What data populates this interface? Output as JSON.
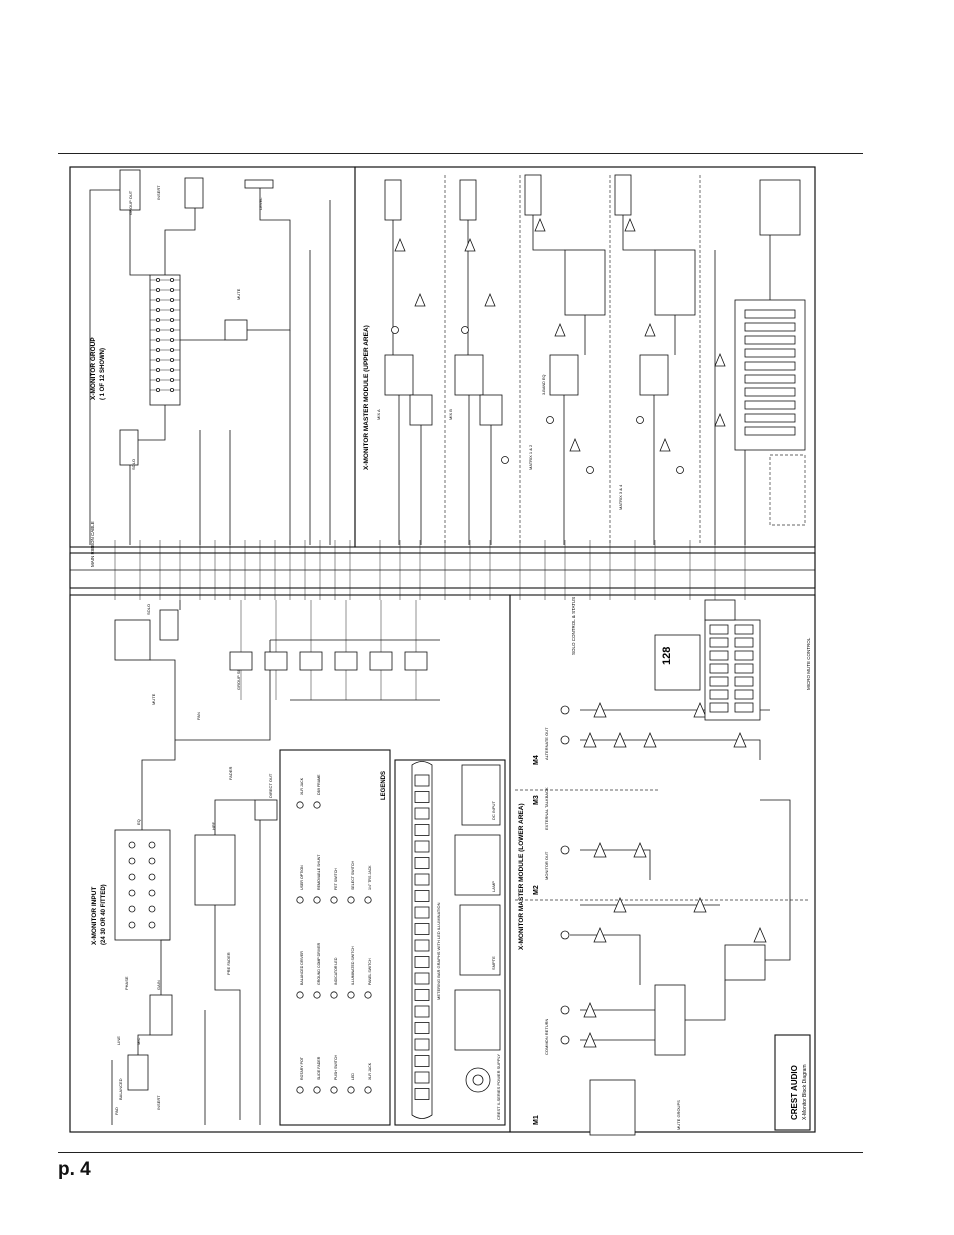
{
  "page": {
    "page_number": "p. 4"
  },
  "diagram": {
    "title": "X-Monitor Block Diagram",
    "brand": "CREST AUDIO",
    "modules": {
      "input": {
        "title": "X-MONITOR INPUT",
        "subtitle": "(24 30 OR 40 FITTED)"
      },
      "group": {
        "title": "X-MONITOR GROUP",
        "subtitle": "( 1 OF 12 SHOWN)"
      },
      "master_upper": {
        "title": "X-MONITOR MASTER MODULE (UPPER AREA)"
      },
      "master_lower": {
        "title": "X-MONITOR MASTER MODULE (LOWER AREA)"
      },
      "micro_mute": {
        "title": "MICRO MUTE CONTROL"
      },
      "solo_control": {
        "title": "SOLO CONTROL & STATUS"
      },
      "legend": {
        "title": "LEGENDS"
      }
    },
    "lower_sections": [
      "M1",
      "M2",
      "M3",
      "M4"
    ],
    "lower_labels": {
      "common_return": "COMMON RETURN",
      "monitor_out": "MONITOR OUT",
      "external_talkback": "EXTERNAL TALKBACK",
      "alternate_out": "ALTERNATE OUT",
      "mute_groups": "MUTE GROUPS"
    },
    "input_labels": {
      "balanced": "BALANCED",
      "line": "LINE",
      "mic": "MIC",
      "phase": "PHASE",
      "pad": "PAD",
      "gain": "GAIN",
      "eq": "EQ",
      "hpf": "HPF",
      "direct_out": "DIRECT OUT",
      "insert": "INSERT",
      "pre_fader": "PRE FADER",
      "fader": "FADER",
      "mute": "MUTE",
      "pan": "PAN",
      "solo": "SOLO",
      "group_sends": "GROUP SENDS"
    },
    "group_labels": {
      "group_out": "GROUP OUT",
      "insert": "INSERT",
      "mute": "MUTE",
      "solo": "SOLO",
      "level": "LEVEL"
    },
    "master_labels": {
      "mix_a": "MIX A",
      "mix_b": "MIX B",
      "matrix_12": "MATRIX 1 & 2",
      "matrix_34": "MATRIX 3 & 4",
      "eq_3band": "3-BAND EQ"
    },
    "legend_items": [
      "ROTARY POT",
      "SLIDE FADER",
      "PUSH SWITCH",
      "LED",
      "XLR JACK",
      "BALANCED DRIVER",
      "GROUND COMP DRIVER",
      "INDICATOR LED",
      "ILLUMINATED SWITCH",
      "PANEL SWITCH",
      "USER OPTION",
      "REMOVABLE SHUNT",
      "FET SWITCH",
      "SELECT SWITCH",
      "1/4\" TRS JACK",
      "XLR JACK",
      "DB9 FRAME"
    ],
    "mid_bus_label": "MAIN RIBBON CABLE",
    "metering_note": "METERING BAR GRAPHS WITH LED ILLUMINATION",
    "power_labels": {
      "psu": "CREST X-SERIES POWER SUPPLY",
      "dc_input": "DC INPUT",
      "lamp": "LAMP",
      "smpte": "SMPTE"
    },
    "display": {
      "readout": "128"
    }
  }
}
